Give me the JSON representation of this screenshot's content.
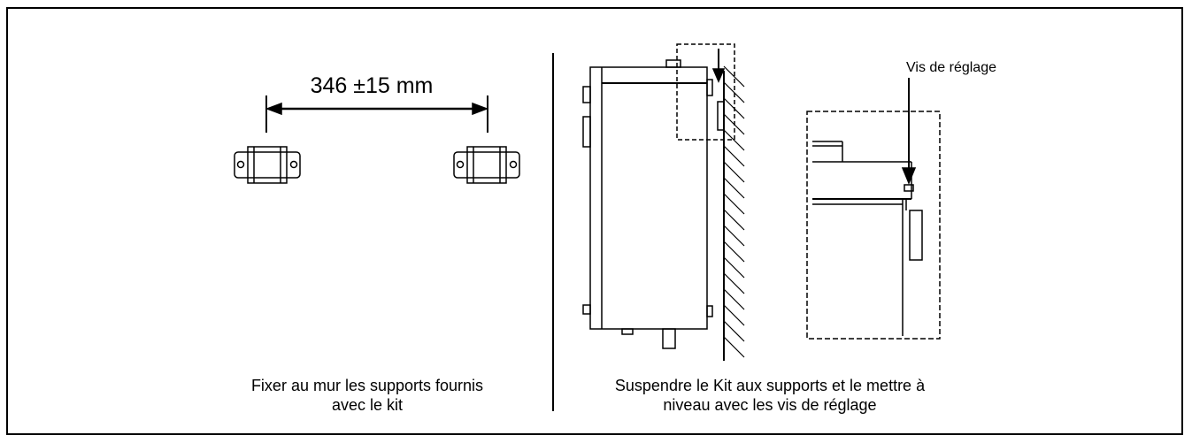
{
  "dimension": {
    "label": "346 ±15 mm"
  },
  "screw_label": "Vis de réglage",
  "caption_left": {
    "line1": "Fixer au mur les supports fournis",
    "line2": "avec le kit"
  },
  "caption_right": {
    "line1": "Suspendre le Kit aux supports et le mettre à",
    "line2": "niveau avec les vis de réglage"
  }
}
